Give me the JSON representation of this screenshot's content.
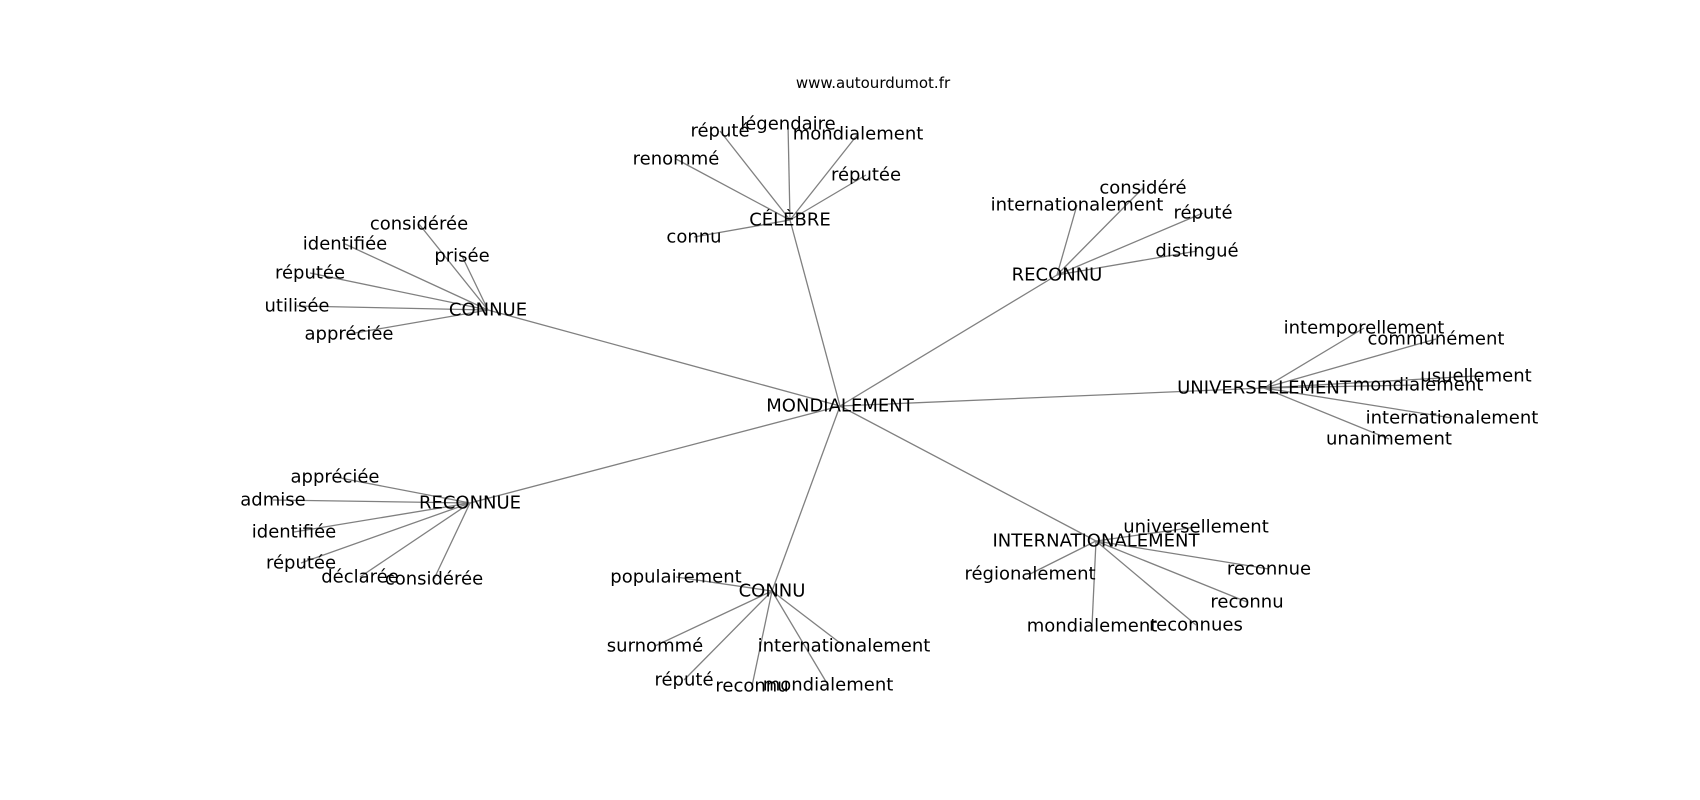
{
  "source_url": "www.autourdumot.fr",
  "graph": {
    "center": "MONDIALEMENT",
    "edge_color": "#808080",
    "clusters": [
      {
        "hub": "CÉLÈBRE",
        "leaves": [
          "légendaire",
          "réputé",
          "mondialement",
          "renommé",
          "réputée",
          "connu"
        ]
      },
      {
        "hub": "CONNUE",
        "leaves": [
          "considérée",
          "identifiée",
          "prisée",
          "réputée",
          "utilisée",
          "appréciée"
        ]
      },
      {
        "hub": "RECONNU",
        "leaves": [
          "considéré",
          "internationalement",
          "réputé",
          "distingué"
        ]
      },
      {
        "hub": "UNIVERSELLEMENT",
        "leaves": [
          "intemporellement",
          "communément",
          "usuellement",
          "mondialement",
          "internationalement",
          "unanimement"
        ]
      },
      {
        "hub": "RECONNUE",
        "leaves": [
          "appréciée",
          "admise",
          "identifiée",
          "réputée",
          "déclarée",
          "considérée"
        ]
      },
      {
        "hub": "CONNU",
        "leaves": [
          "populairement",
          "surnommé",
          "internationalement",
          "réputé",
          "reconnu",
          "mondialement"
        ]
      },
      {
        "hub": "INTERNATIONALEMENT",
        "leaves": [
          "universellement",
          "régionalement",
          "reconnue",
          "reconnu",
          "mondialement",
          "reconnues"
        ]
      }
    ]
  }
}
